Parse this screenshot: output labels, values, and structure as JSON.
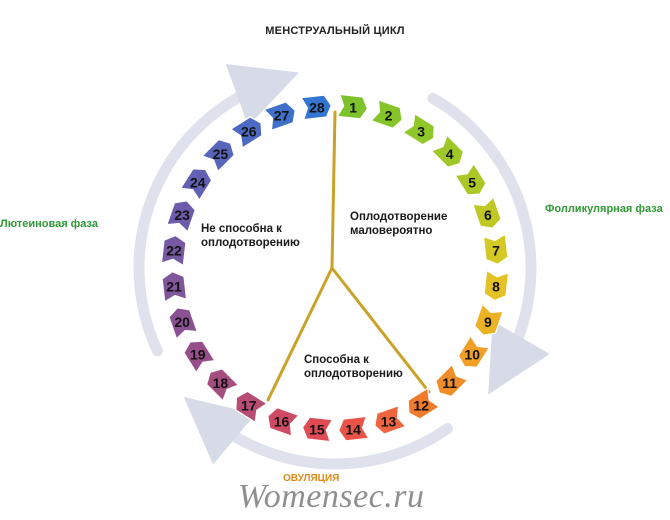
{
  "title": "МЕНСТРУАЛЬНЫЙ ЦИКЛ",
  "phases": {
    "luteal": "Лютеиновая фаза",
    "follicular": "Фолликулярная фаза",
    "ovulation": "ОВУЛЯЦИЯ"
  },
  "zones": {
    "unlikely_line1": "Оплодотворение",
    "unlikely_line2": "маловероятно",
    "not_able_line1": "Не способна к",
    "not_able_line2": "оплодотворению",
    "able_line1": "Способна к",
    "able_line2": "оплодотворению"
  },
  "watermark": "Womensec.ru",
  "days": [
    {
      "label": "1",
      "color": "#7dc22b"
    },
    {
      "label": "2",
      "color": "#86c52a"
    },
    {
      "label": "3",
      "color": "#8fc628"
    },
    {
      "label": "4",
      "color": "#9ec727"
    },
    {
      "label": "5",
      "color": "#acc826"
    },
    {
      "label": "6",
      "color": "#c0c824"
    },
    {
      "label": "7",
      "color": "#d4c823"
    },
    {
      "label": "8",
      "color": "#e4c124"
    },
    {
      "label": "9",
      "color": "#ecb225"
    },
    {
      "label": "10",
      "color": "#f0a026"
    },
    {
      "label": "11",
      "color": "#f08d29"
    },
    {
      "label": "12",
      "color": "#f07b2d"
    },
    {
      "label": "13",
      "color": "#ee6540"
    },
    {
      "label": "14",
      "color": "#ea5448"
    },
    {
      "label": "15",
      "color": "#e04a55"
    },
    {
      "label": "16",
      "color": "#cf4a63"
    },
    {
      "label": "17",
      "color": "#b84c72"
    },
    {
      "label": "18",
      "color": "#a44d7f"
    },
    {
      "label": "19",
      "color": "#964f8a"
    },
    {
      "label": "20",
      "color": "#8b5293"
    },
    {
      "label": "21",
      "color": "#80569b"
    },
    {
      "label": "22",
      "color": "#7659a3"
    },
    {
      "label": "23",
      "color": "#6c5cab"
    },
    {
      "label": "24",
      "color": "#6160b3"
    },
    {
      "label": "25",
      "color": "#5765bb"
    },
    {
      "label": "26",
      "color": "#4c6ac3"
    },
    {
      "label": "27",
      "color": "#3f70cb"
    },
    {
      "label": "28",
      "color": "#3376d2"
    }
  ]
}
